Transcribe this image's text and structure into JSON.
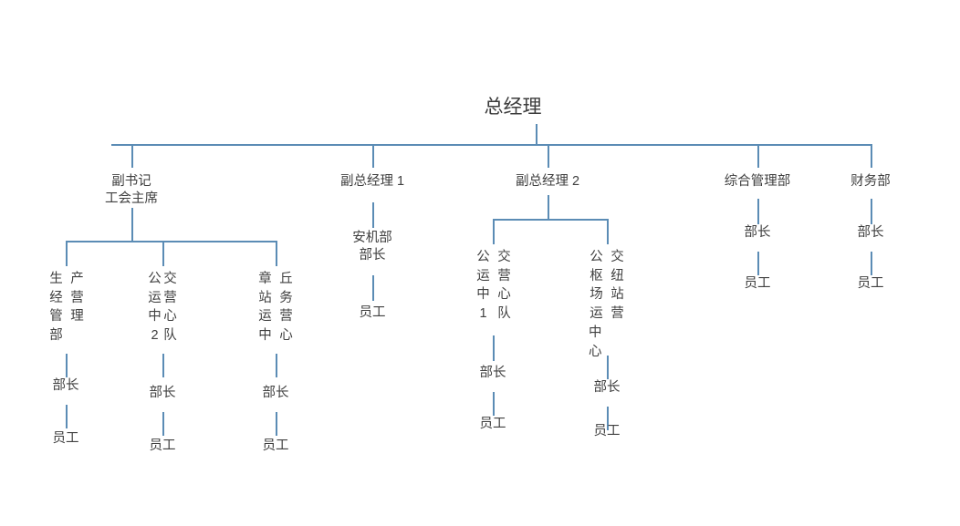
{
  "chart_data": {
    "type": "diagram",
    "title": "总经理",
    "diagram_kind": "organizational-chart",
    "orientation": "top-down",
    "line_color": "#5b8cb5",
    "text_color": "#404040",
    "background": "#ffffff"
  },
  "root": {
    "label": "总经理"
  },
  "level1": [
    {
      "id": "deputy-secretary",
      "lines": [
        "副书记",
        "工会主席"
      ]
    },
    {
      "id": "deputy-gm-1",
      "lines": [
        "副总经理 1"
      ]
    },
    {
      "id": "deputy-gm-2",
      "lines": [
        "副总经理 2"
      ]
    },
    {
      "id": "general-management-dept",
      "lines": [
        "综合管理部"
      ]
    },
    {
      "id": "finance-dept",
      "lines": [
        "财务部"
      ]
    }
  ],
  "vertical_nodes": [
    {
      "id": "production-operation-management-dept",
      "text": "生产经营管理部",
      "columns": {
        "right": [
          "产",
          "营",
          "理"
        ],
        "left": [
          "生",
          "经",
          "管",
          "部"
        ]
      }
    },
    {
      "id": "bus-operation-center-team2",
      "text": "公交运营中心2队",
      "columns": {
        "right": [
          "交",
          "营",
          "心",
          "队"
        ],
        "left": [
          "公",
          "运",
          "中",
          "2"
        ]
      }
    },
    {
      "id": "zhangqiu-station-service-operation-center",
      "text": "章丘站务运营中心",
      "columns": {
        "right": [
          "丘",
          "务",
          "营",
          "心"
        ],
        "left": [
          "章",
          "站",
          "运",
          "中"
        ]
      }
    },
    {
      "id": "bus-operation-center-team1",
      "text": "公交运营中心1队",
      "columns": {
        "right": [
          "交",
          "营",
          "心",
          "队"
        ],
        "left": [
          "公",
          "运",
          "中",
          "1"
        ]
      }
    },
    {
      "id": "bus-hub-station-operation-center",
      "text": "公交枢纽场站运营中心",
      "columns": {
        "right": [
          "交",
          "纽",
          "站",
          "营"
        ],
        "left": [
          "公",
          "枢",
          "场",
          "运",
          "中心"
        ]
      }
    }
  ],
  "security_dept": {
    "lines": [
      "安机部",
      "部长"
    ]
  },
  "leaves": {
    "director": "部长",
    "staff": "员工"
  }
}
